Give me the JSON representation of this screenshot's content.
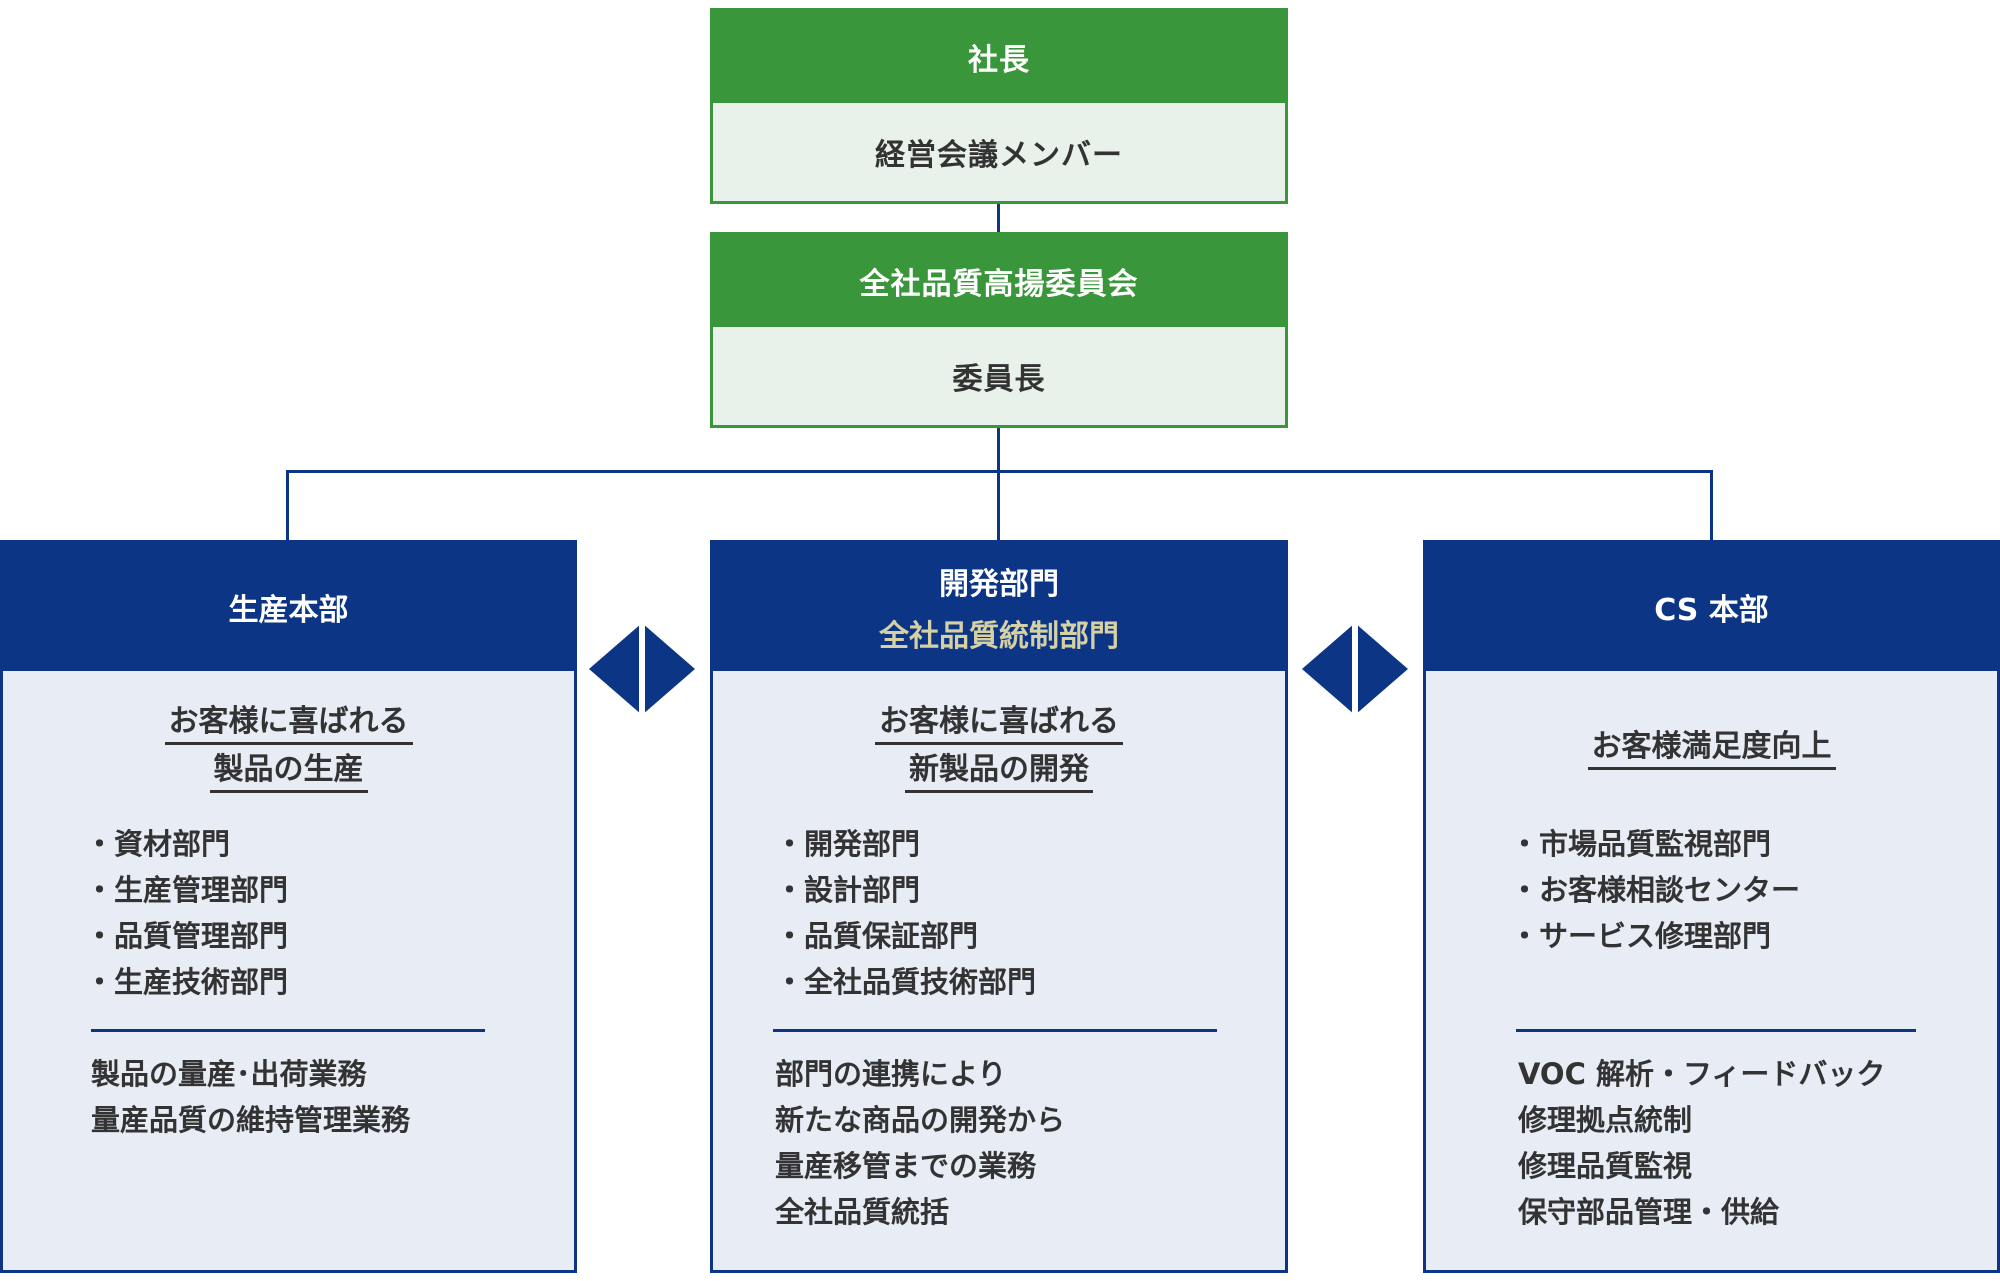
{
  "top": {
    "president": {
      "title": "社長",
      "body": "経営会議メンバー"
    },
    "committee": {
      "title": "全社品質高揚委員会",
      "body": "委員長"
    }
  },
  "departments": [
    {
      "title": "生産本部",
      "subtitle": "",
      "mission": [
        "お客様に喜ばれる",
        "製品の生産"
      ],
      "units": [
        "資材部門",
        "生産管理部門",
        "品質管理部門",
        "生産技術部門"
      ],
      "duties": [
        "製品の量産･出荷業務",
        "量産品質の維持管理業務"
      ]
    },
    {
      "title": "開発部門",
      "subtitle": "全社品質統制部門",
      "mission": [
        "お客様に喜ばれる",
        "新製品の開発"
      ],
      "units": [
        "開発部門",
        "設計部門",
        "品質保証部門",
        "全社品質技術部門"
      ],
      "duties": [
        "部門の連携により",
        "新たな商品の開発から",
        "量産移管までの業務",
        "全社品質統括"
      ]
    },
    {
      "title": "CS 本部",
      "subtitle": "",
      "mission": [
        "お客様満足度向上"
      ],
      "units": [
        "市場品質監視部門",
        "お客様相談センター",
        "サービス修理部門"
      ],
      "duties": [
        "VOC 解析・フィードバック",
        "修理拠点統制",
        "修理品質監視",
        "保守部品管理・供給"
      ]
    }
  ],
  "colors": {
    "green": "#3a963a",
    "green_light": "#e8f2ea",
    "navy": "#0c3585",
    "navy_light": "#e7ecf5",
    "gold": "#d6d1a5"
  },
  "icons": [
    "bidirectional-arrow-icon",
    "bidirectional-arrow-icon"
  ]
}
